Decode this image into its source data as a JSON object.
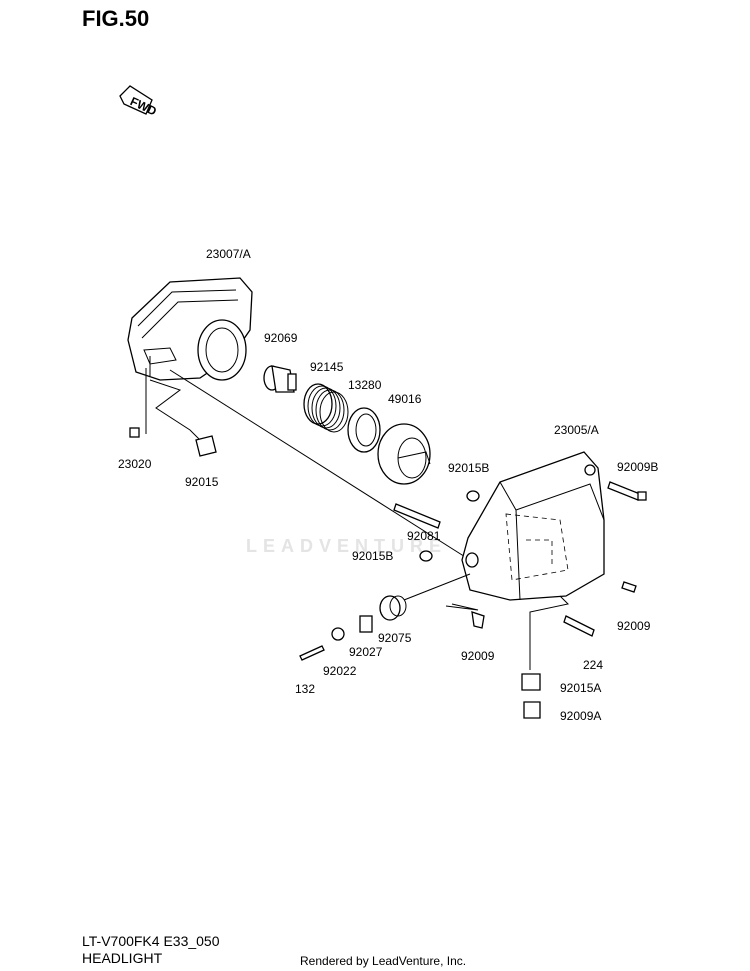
{
  "figure_title": "FIG.50",
  "model_code": "LT-V700FK4 E33_050",
  "section_name": "HEADLIGHT",
  "credit": "Rendered by LeadVenture, Inc.",
  "watermark": "LEADVENTURE",
  "fwd_label": "FWD",
  "parts": {
    "p23007A": "23007/A",
    "p23020": "23020",
    "p92015": "92015",
    "p92069": "92069",
    "p92145": "92145",
    "p13280": "13280",
    "p49016": "49016",
    "p23005A": "23005/A",
    "p92009B": "92009B",
    "p92015B_a": "92015B",
    "p92081": "92081",
    "p92015B_b": "92015B",
    "p92009_r": "92009",
    "p92075": "92075",
    "p92027": "92027",
    "p92022": "92022",
    "p132": "132",
    "p92009_c": "92009",
    "p224": "224",
    "p92015A": "92015A",
    "p92009A": "92009A"
  }
}
